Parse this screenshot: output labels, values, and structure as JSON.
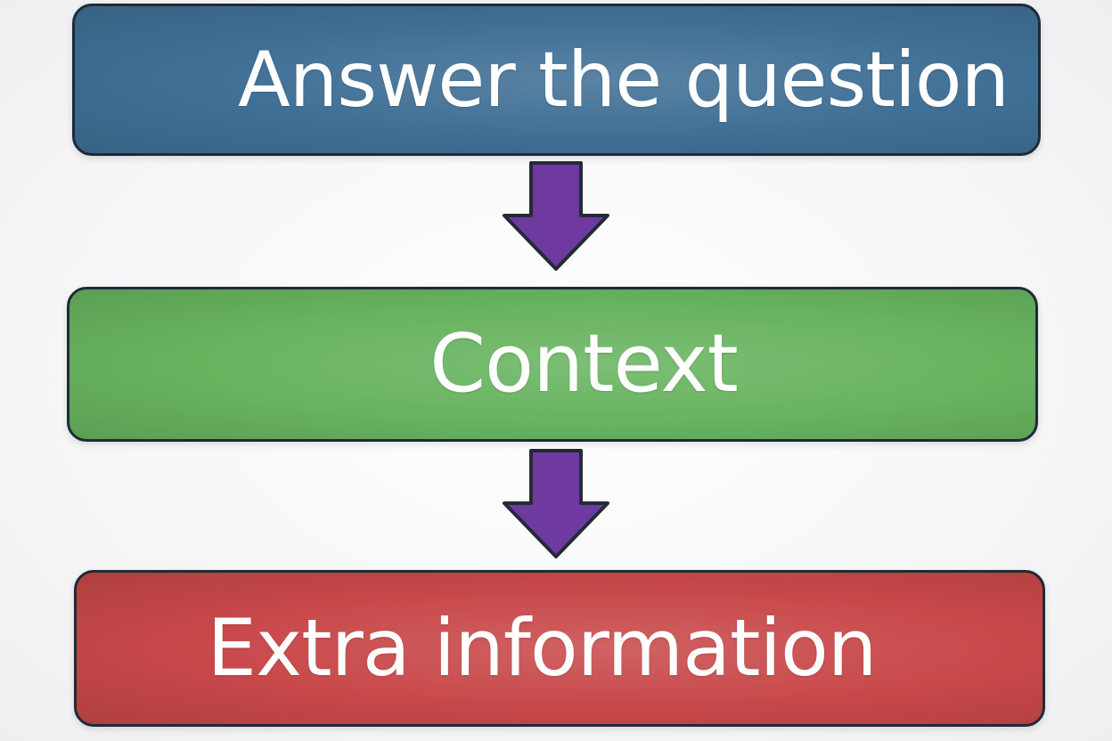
{
  "diagram": {
    "steps": [
      {
        "label": "Answer the question",
        "color": "#3f6f95"
      },
      {
        "label": "Context",
        "color": "#67b35e"
      },
      {
        "label": "Extra information",
        "color": "#c8484a"
      }
    ],
    "arrow_color": "#6f3aa0"
  }
}
